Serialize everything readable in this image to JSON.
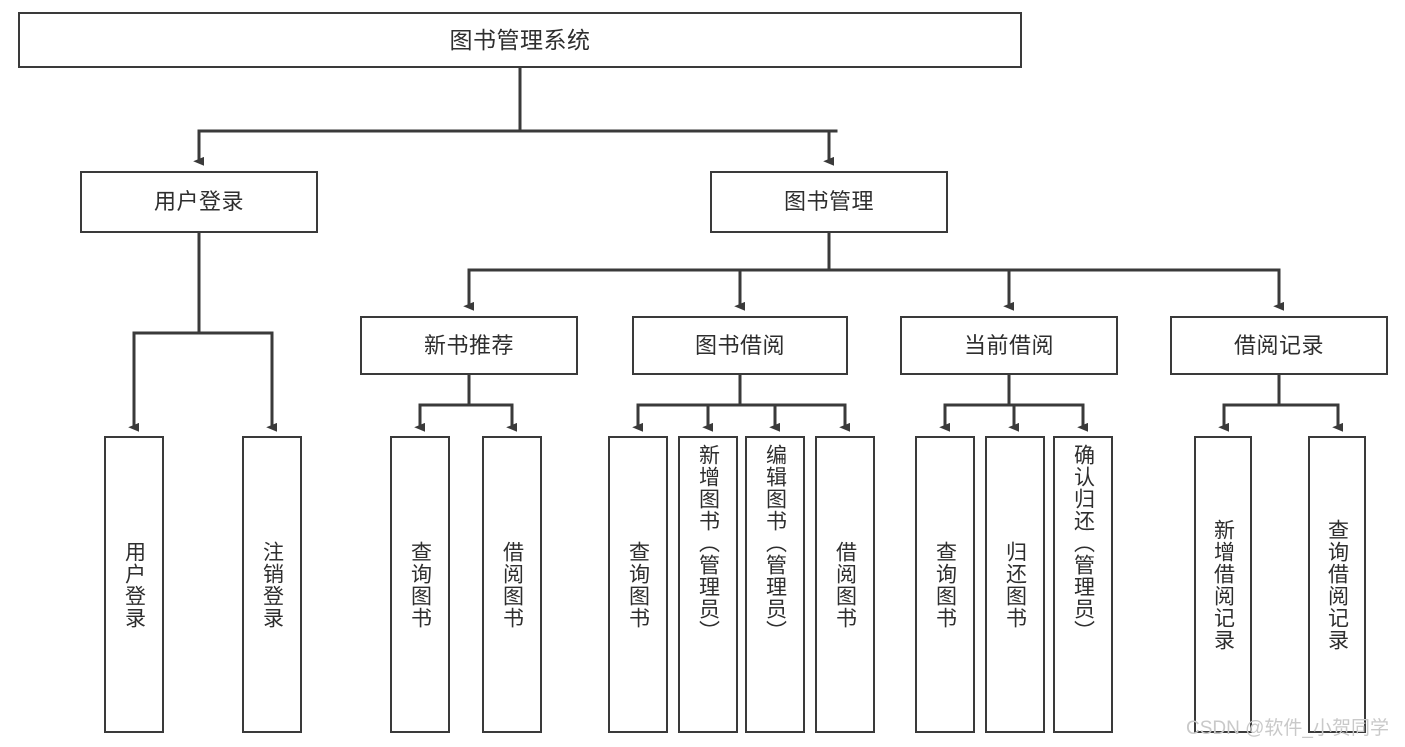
{
  "diagram": {
    "title": "图书管理系统",
    "type": "functional-structure-tree",
    "stroke_color": "#3a3a3a",
    "text_color": "#2e2e2e",
    "background_color": "#ffffff",
    "watermark_color": "#c9c9c9"
  },
  "watermark": {
    "text": "CSDN @软件_小贺同学"
  },
  "nodes": {
    "root": {
      "label": "图书管理系统"
    },
    "level2": [
      {
        "id": "user-login",
        "label": "用户登录"
      },
      {
        "id": "book-management",
        "label": "图书管理"
      }
    ],
    "level3": [
      {
        "id": "new-book-recommend",
        "label": "新书推荐"
      },
      {
        "id": "book-borrow",
        "label": "图书借阅"
      },
      {
        "id": "current-borrow",
        "label": "当前借阅"
      },
      {
        "id": "borrow-record",
        "label": "借阅记录"
      }
    ],
    "leaves": {
      "user_login": [
        {
          "id": "leaf-user-login",
          "label": "用户登录"
        },
        {
          "id": "leaf-logout",
          "label": "注销登录"
        }
      ],
      "new_book_recommend": [
        {
          "id": "leaf-query-book-1",
          "label": "查询图书"
        },
        {
          "id": "leaf-borrow-book-1",
          "label": "借阅图书"
        }
      ],
      "book_borrow": [
        {
          "id": "leaf-query-book-2",
          "label": "查询图书"
        },
        {
          "id": "leaf-add-book",
          "label": "新增图书（管理员）"
        },
        {
          "id": "leaf-edit-book",
          "label": "编辑图书（管理员）"
        },
        {
          "id": "leaf-borrow-book-2",
          "label": "借阅图书"
        }
      ],
      "current_borrow": [
        {
          "id": "leaf-query-book-3",
          "label": "查询图书"
        },
        {
          "id": "leaf-return-book",
          "label": "归还图书"
        },
        {
          "id": "leaf-confirm-return",
          "label": "确认归还（管理员）"
        }
      ],
      "borrow_record": [
        {
          "id": "leaf-add-record",
          "label": "新增借阅记录"
        },
        {
          "id": "leaf-query-record",
          "label": "查询借阅记录"
        }
      ]
    }
  }
}
